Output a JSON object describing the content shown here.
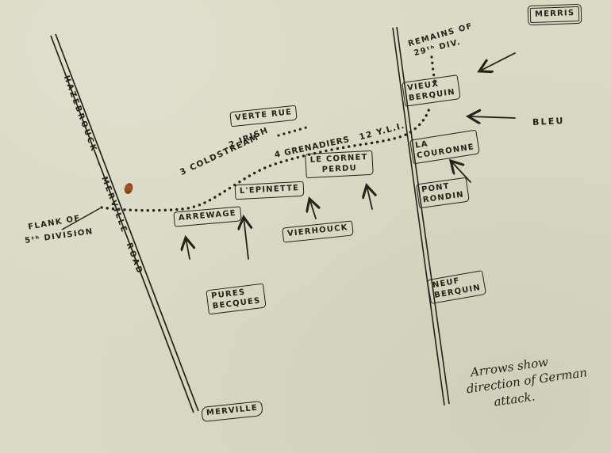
{
  "map": {
    "roads": {
      "left_road_label": "HAZEBROUCK - MERVILLE ROAD"
    },
    "places": {
      "merris": "MERRIS",
      "vieux_berquin_1": "VIEUX",
      "vieux_berquin_2": "BERQUIN",
      "la_couronne_1": "LA",
      "la_couronne_2": "COURONNE",
      "pont_rondin_1": "PONT",
      "pont_rondin_2": "RONDIN",
      "neuf_berquin_1": "NEUF",
      "neuf_berquin_2": "BERQUIN",
      "verte_rue": "VERTE RUE",
      "le_cornet_perdu_1": "LE CORNET",
      "le_cornet_perdu_2": "PERDU",
      "l_epinette": "L'EPINETTE",
      "arrewage": "ARREWAGE",
      "vierhouck": "VIERHOUCK",
      "pures_becques_1": "PURES",
      "pures_becques_2": "BECQUES",
      "merville": "MERVILLE",
      "bleu": "BLEU"
    },
    "units": {
      "irish": "2 IRISH",
      "coldstream": "3 COLDSTREAM",
      "grenadiers": "4 GRENADIERS",
      "yli": "12 Y.L.I.",
      "remains_1": "REMAINS OF",
      "remains_2": "29ᵗʰ DIV.",
      "flank_1": "FLANK OF",
      "flank_2": "5ᵗʰ DIVISION"
    },
    "note_lines": [
      "Arrows show",
      "direction of German",
      "attack."
    ],
    "colors": {
      "paper": "#d8dac4",
      "ink": "#26211a",
      "stain": "#8f3c10"
    }
  }
}
